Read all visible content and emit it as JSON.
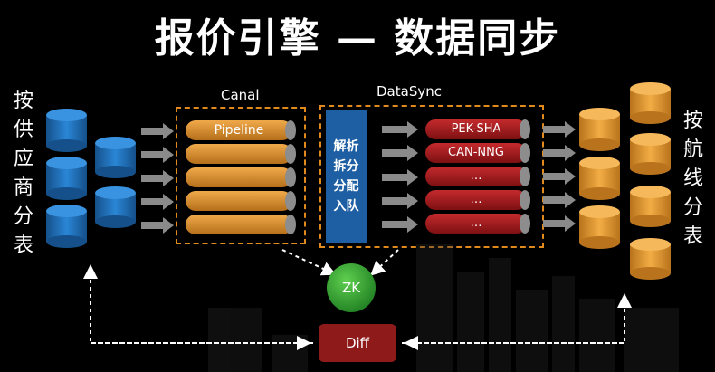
{
  "title": "报价引擎 — 数据同步",
  "left_label": "按供应商分表",
  "right_label": "按航线分表",
  "canal": {
    "label": "Canal",
    "pipes": [
      "Pipeline",
      "",
      "",
      "",
      ""
    ]
  },
  "datasync": {
    "label": "DataSync",
    "analysis": "解析拆分分配入队",
    "queues": [
      "PEK-SHA",
      "CAN-NNG",
      "…",
      "…",
      "…"
    ]
  },
  "zk": {
    "label": "ZK"
  },
  "diff": {
    "label": "Diff"
  },
  "colors": {
    "supplier_db": "#1f6fb8",
    "route_db": "#e39a2c",
    "canal_pipe": "#d98b2b",
    "queue": "#a3191c",
    "zk": "#2e9c2e",
    "diff": "#8e1a1a",
    "dashed": "#e08a1e"
  }
}
